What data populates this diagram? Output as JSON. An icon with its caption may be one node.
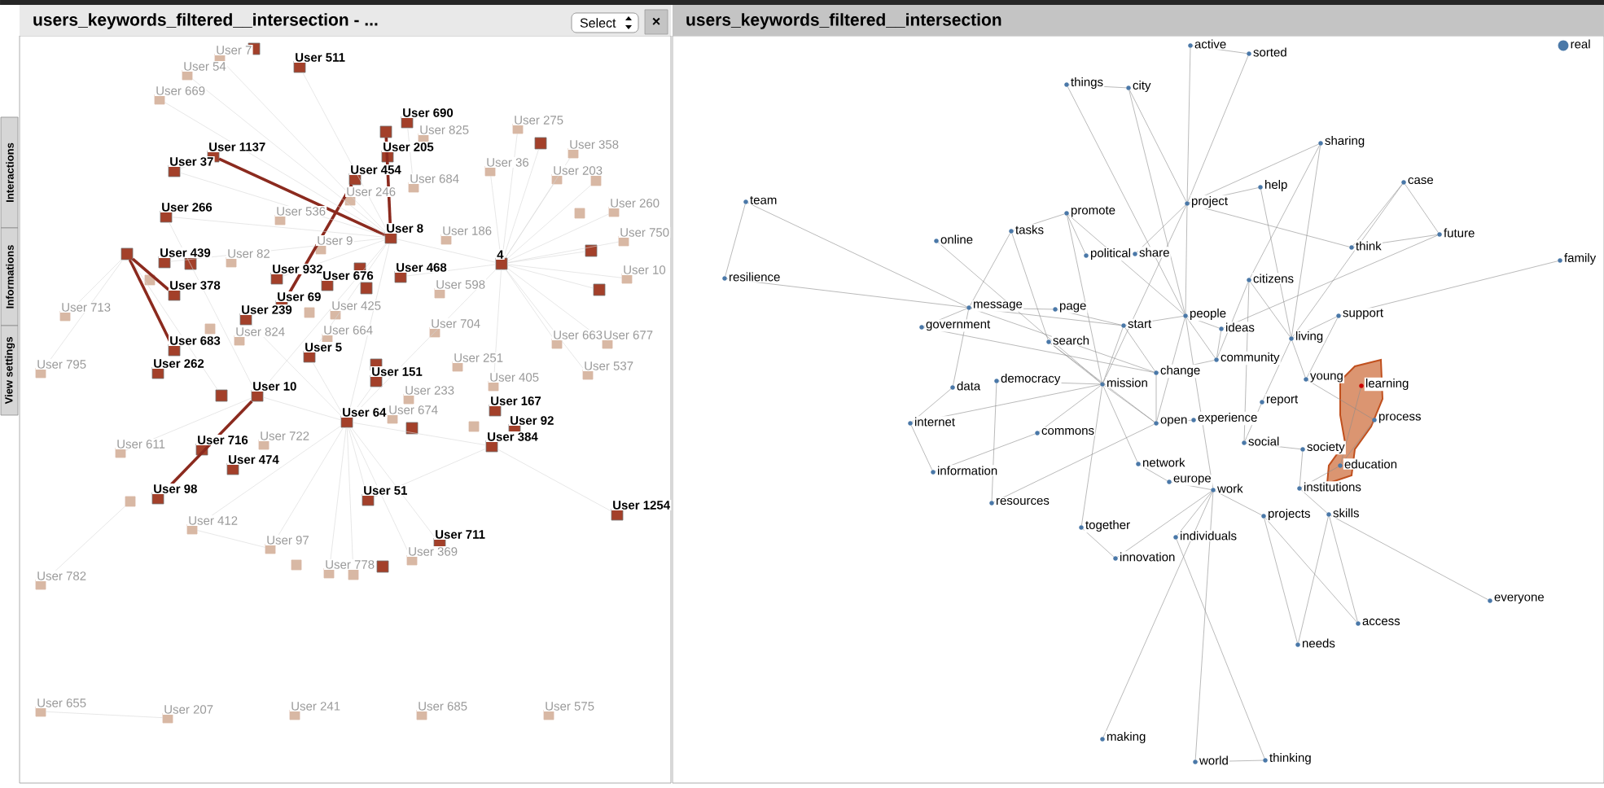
{
  "diagram": {
    "nodes": [
      {
        "text": [
          "users_keywords_filtered__intersection - ..."
        ]
      },
      {
        "text": [
          "users_keywords_filtered__intersection"
        ]
      },
      {
        "text": [
          "User 7"
        ],
        "in": 0
      },
      {
        "text": [],
        "shape": "box",
        "in": 0
      },
      {
        "text": [
          "User 54"
        ],
        "in": 0
      },
      {
        "text": [
          "User 511"
        ],
        "in": 0
      },
      {
        "text": [
          "User 669"
        ],
        "in": 0
      },
      {
        "text": [
          "User 690"
        ],
        "in": 0
      },
      {
        "text": [
          "User 275"
        ],
        "in": 0
      },
      {
        "text": [],
        "shape": "box",
        "in": 0
      },
      {
        "text": [
          "User 825"
        ],
        "in": 0
      },
      {
        "text": [],
        "shape": "box",
        "in": 0
      },
      {
        "text": [
          "User 358"
        ],
        "in": 0
      },
      {
        "text": [
          "User 1137"
        ],
        "in": 0
      },
      {
        "text": [
          "User 205"
        ],
        "in": 0
      },
      {
        "text": [
          "User 37"
        ],
        "in": 0
      },
      {
        "text": [
          "User 36"
        ],
        "in": 0
      },
      {
        "text": [
          "User 454"
        ],
        "in": 0
      },
      {
        "text": [
          "User 203"
        ],
        "in": 0
      },
      {
        "text": [],
        "shape": "box",
        "in": 0
      },
      {
        "text": [
          "User 684"
        ],
        "in": 0
      },
      {
        "text": [
          "User 246"
        ],
        "in": 0
      },
      {
        "text": [
          "User 260"
        ],
        "in": 0
      },
      {
        "text": [],
        "shape": "box",
        "in": 0
      },
      {
        "text": [
          "User 266"
        ],
        "in": 0
      },
      {
        "text": [
          "User 536"
        ],
        "in": 0
      },
      {
        "text": [
          "User 8"
        ],
        "in": 0
      },
      {
        "text": [
          "User 186"
        ],
        "in": 0
      },
      {
        "text": [
          "User 750"
        ],
        "in": 0
      },
      {
        "text": [
          "User 9"
        ],
        "in": 0
      },
      {
        "text": [],
        "shape": "box",
        "in": 0
      },
      {
        "text": [],
        "shape": "box",
        "in": 0
      },
      {
        "text": [
          "User 439"
        ],
        "in": 0
      },
      {
        "text": [],
        "shape": "box",
        "in": 0
      },
      {
        "text": [
          "User 82"
        ],
        "in": 0
      },
      {
        "text": [
          "4"
        ],
        "in": 0
      },
      {
        "text": [
          "User 10"
        ],
        "in": 0
      },
      {
        "text": [
          "User 932"
        ],
        "in": 0
      },
      {
        "text": [],
        "shape": "box",
        "in": 0
      },
      {
        "text": [
          "User 676"
        ],
        "in": 0
      },
      {
        "text": [],
        "shape": "box",
        "in": 0
      },
      {
        "text": [
          "User 468"
        ],
        "in": 0
      },
      {
        "text": [
          "User 598"
        ],
        "in": 0
      },
      {
        "text": [],
        "shape": "box",
        "in": 0
      },
      {
        "text": [],
        "shape": "box",
        "in": 0
      },
      {
        "text": [
          "User 378"
        ],
        "in": 0
      },
      {
        "text": [
          "User 69"
        ],
        "in": 0
      },
      {
        "text": [],
        "shape": "box",
        "in": 0
      },
      {
        "text": [
          "User 713"
        ],
        "in": 0
      },
      {
        "text": [
          "User 239"
        ],
        "in": 0
      },
      {
        "text": [
          "User 425"
        ],
        "in": 0
      },
      {
        "text": [],
        "shape": "box",
        "in": 0
      },
      {
        "text": [
          "User 824"
        ],
        "in": 0
      },
      {
        "text": [
          "User 664"
        ],
        "in": 0
      },
      {
        "text": [
          "User 704"
        ],
        "in": 0
      },
      {
        "text": [
          "User 683"
        ],
        "in": 0
      },
      {
        "text": [
          "User 663"
        ],
        "in": 0
      },
      {
        "text": [
          "User 677"
        ],
        "in": 0
      },
      {
        "text": [
          "User 5"
        ],
        "in": 0
      },
      {
        "text": [],
        "shape": "box",
        "in": 0
      },
      {
        "text": [
          "User 251"
        ],
        "in": 0
      },
      {
        "text": [
          "User 795"
        ],
        "in": 0
      },
      {
        "text": [
          "User 262"
        ],
        "in": 0
      },
      {
        "text": [
          "User 537"
        ],
        "in": 0
      },
      {
        "text": [
          "User 151"
        ],
        "in": 0
      },
      {
        "text": [
          "User 405"
        ],
        "in": 0
      },
      {
        "text": [],
        "shape": "box",
        "in": 0
      },
      {
        "text": [
          "User 10"
        ],
        "in": 0
      },
      {
        "text": [
          "User 233"
        ],
        "in": 0
      },
      {
        "text": [
          "User 167"
        ],
        "in": 0
      },
      {
        "text": [
          "User 674"
        ],
        "in": 0
      },
      {
        "text": [
          "User 64"
        ],
        "in": 0
      },
      {
        "text": [],
        "shape": "box",
        "in": 0
      },
      {
        "text": [],
        "shape": "box",
        "in": 0
      },
      {
        "text": [
          "User 92"
        ],
        "in": 0
      },
      {
        "text": [
          "User 384"
        ],
        "in": 0
      },
      {
        "text": [
          "User 722"
        ],
        "in": 0
      },
      {
        "text": [
          "User 716"
        ],
        "in": 0
      },
      {
        "text": [
          "User 611"
        ],
        "in": 0
      },
      {
        "text": [
          "User 474"
        ],
        "in": 0
      },
      {
        "text": [],
        "shape": "box",
        "in": 0
      },
      {
        "text": [
          "User 98"
        ],
        "in": 0
      },
      {
        "text": [
          "User 51"
        ],
        "in": 0
      },
      {
        "text": [
          "User 1254"
        ],
        "in": 0
      },
      {
        "text": [
          "User 412"
        ],
        "in": 0
      },
      {
        "text": [
          "User 711"
        ],
        "in": 0
      },
      {
        "text": [
          "User 97"
        ],
        "in": 0
      },
      {
        "text": [
          "User 369"
        ],
        "in": 0
      },
      {
        "text": [],
        "shape": "box",
        "in": 0
      },
      {
        "text": [
          "User 778"
        ],
        "in": 0
      },
      {
        "text": [],
        "shape": "box",
        "in": 0
      },
      {
        "text": [],
        "shape": "box",
        "in": 0
      },
      {
        "text": [
          "User 782"
        ],
        "in": 0
      },
      {
        "text": [
          "User 655"
        ],
        "in": 0
      },
      {
        "text": [
          "User 207"
        ],
        "in": 0
      },
      {
        "text": [
          "User 241"
        ],
        "in": 0
      },
      {
        "text": [
          "User 685"
        ],
        "in": 0
      },
      {
        "text": [
          "User 575"
        ],
        "in": 0
      },
      {
        "text": [
          "things"
        ],
        "in": 1
      },
      {
        "text": [
          "city"
        ],
        "in": 1
      },
      {
        "text": [
          "active"
        ],
        "in": 1
      },
      {
        "text": [
          "sorted"
        ],
        "in": 1
      },
      {
        "text": [
          "real"
        ],
        "in": 1
      },
      {
        "text": [
          "team"
        ],
        "in": 1
      },
      {
        "text": [
          "resilience"
        ],
        "in": 1
      },
      {
        "text": [
          "help"
        ],
        "in": 1
      },
      {
        "text": [
          "sharing"
        ],
        "in": 1
      },
      {
        "text": [
          "case"
        ],
        "in": 1
      },
      {
        "text": [
          "project"
        ],
        "in": 1
      },
      {
        "text": [
          "promote"
        ],
        "in": 1
      },
      {
        "text": [
          "tasks"
        ],
        "in": 1
      },
      {
        "text": [
          "future"
        ],
        "in": 1
      },
      {
        "text": [
          "online"
        ],
        "in": 1
      },
      {
        "text": [
          "think"
        ],
        "in": 1
      },
      {
        "text": [
          "political"
        ],
        "in": 1
      },
      {
        "text": [
          "share"
        ],
        "in": 1
      },
      {
        "text": [
          "family"
        ],
        "in": 1
      },
      {
        "text": [
          "citizens"
        ],
        "in": 1
      },
      {
        "text": [
          "message"
        ],
        "in": 1
      },
      {
        "text": [
          "page"
        ],
        "in": 1
      },
      {
        "text": [
          "people"
        ],
        "in": 1
      },
      {
        "text": [
          "support"
        ],
        "in": 1
      },
      {
        "text": [
          "start"
        ],
        "in": 1
      },
      {
        "text": [
          "government"
        ],
        "in": 1
      },
      {
        "text": [
          "ideas"
        ],
        "in": 1
      },
      {
        "text": [
          "living"
        ],
        "in": 1
      },
      {
        "text": [
          "search"
        ],
        "in": 1
      },
      {
        "text": [
          "community"
        ],
        "in": 1
      },
      {
        "text": [
          "change"
        ],
        "in": 1
      },
      {
        "text": [
          "young"
        ],
        "in": 1
      },
      {
        "text": [
          "democracy"
        ],
        "in": 1
      },
      {
        "text": [
          "mission"
        ],
        "in": 1
      },
      {
        "text": [
          "learning"
        ],
        "in": 1
      },
      {
        "text": [
          "data"
        ],
        "in": 1
      },
      {
        "text": [
          "report"
        ],
        "in": 1
      },
      {
        "text": [
          "experience"
        ],
        "in": 1
      },
      {
        "text": [
          "process"
        ],
        "in": 1
      },
      {
        "text": [
          "open"
        ],
        "in": 1
      },
      {
        "text": [
          "internet"
        ],
        "in": 1
      },
      {
        "text": [
          "commons"
        ],
        "in": 1
      },
      {
        "text": [
          "social"
        ],
        "in": 1
      },
      {
        "text": [
          "society"
        ],
        "in": 1
      },
      {
        "text": [
          "network"
        ],
        "in": 1
      },
      {
        "text": [
          "education"
        ],
        "in": 1
      },
      {
        "text": [
          "information"
        ],
        "in": 1
      },
      {
        "text": [
          "europe"
        ],
        "in": 1
      },
      {
        "text": [
          "institutions"
        ],
        "in": 1
      },
      {
        "text": [
          "work"
        ],
        "in": 1
      },
      {
        "text": [
          "resources"
        ],
        "in": 1
      },
      {
        "text": [
          "skills"
        ],
        "in": 1
      },
      {
        "text": [
          "projects"
        ],
        "in": 1
      },
      {
        "text": [
          "together"
        ],
        "in": 1
      },
      {
        "text": [
          "individuals"
        ],
        "in": 1
      },
      {
        "text": [
          "innovation"
        ],
        "in": 1
      },
      {
        "text": [
          "everyone"
        ],
        "in": 1
      },
      {
        "text": [
          "access"
        ],
        "in": 1
      },
      {
        "text": [
          "needs"
        ],
        "in": 1
      },
      {
        "text": [
          "making"
        ],
        "in": 1
      },
      {
        "text": [
          "thinking"
        ],
        "in": 1
      },
      {
        "text": [
          "world"
        ],
        "in": 1
      }
    ],
    "edges": [
      {
        "from": 13,
        "to": 26,
        "arrow": "none",
        "style": "thick",
        "color": "#8b2a1e"
      },
      {
        "from": 17,
        "to": 46,
        "arrow": "none",
        "style": "thick",
        "color": "#8b2a1e"
      },
      {
        "from": 9,
        "to": 26,
        "arrow": "none",
        "style": "thick",
        "color": "#8b2a1e"
      },
      {
        "from": 31,
        "to": 45,
        "arrow": "none",
        "style": "thick",
        "color": "#8b2a1e"
      },
      {
        "from": 31,
        "to": 55,
        "arrow": "none",
        "style": "thick",
        "color": "#8b2a1e"
      },
      {
        "from": 67,
        "to": 81,
        "arrow": "none",
        "style": "thick",
        "color": "#8b2a1e"
      },
      {
        "from": 26,
        "to": 2,
        "arrow": "none",
        "color": "#d6d6d6"
      },
      {
        "from": 26,
        "to": 5,
        "arrow": "none",
        "color": "#d6d6d6"
      },
      {
        "from": 26,
        "to": 4,
        "arrow": "none",
        "color": "#d6d6d6"
      },
      {
        "from": 26,
        "to": 6,
        "arrow": "none",
        "color": "#d6d6d6"
      },
      {
        "from": 26,
        "to": 15,
        "arrow": "none",
        "color": "#d6d6d6"
      },
      {
        "from": 26,
        "to": 24,
        "arrow": "none",
        "color": "#d6d6d6"
      },
      {
        "from": 26,
        "to": 32,
        "arrow": "none",
        "color": "#d6d6d6"
      },
      {
        "from": 26,
        "to": 37,
        "arrow": "none",
        "color": "#d6d6d6"
      },
      {
        "from": 26,
        "to": 67,
        "arrow": "none",
        "color": "#d6d6d6"
      },
      {
        "from": 26,
        "to": 58,
        "arrow": "none",
        "color": "#d6d6d6"
      },
      {
        "from": 26,
        "to": 71,
        "arrow": "none",
        "color": "#d6d6d6"
      },
      {
        "from": 35,
        "to": 8,
        "arrow": "none",
        "color": "#d6d6d6"
      },
      {
        "from": 35,
        "to": 11,
        "arrow": "none",
        "color": "#d6d6d6"
      },
      {
        "from": 35,
        "to": 12,
        "arrow": "none",
        "color": "#d6d6d6"
      },
      {
        "from": 35,
        "to": 16,
        "arrow": "none",
        "color": "#d6d6d6"
      },
      {
        "from": 35,
        "to": 18,
        "arrow": "none",
        "color": "#d6d6d6"
      },
      {
        "from": 35,
        "to": 19,
        "arrow": "none",
        "color": "#d6d6d6"
      },
      {
        "from": 35,
        "to": 22,
        "arrow": "none",
        "color": "#d6d6d6"
      },
      {
        "from": 35,
        "to": 28,
        "arrow": "none",
        "color": "#d6d6d6"
      },
      {
        "from": 35,
        "to": 30,
        "arrow": "none",
        "color": "#d6d6d6"
      },
      {
        "from": 35,
        "to": 36,
        "arrow": "none",
        "color": "#d6d6d6"
      },
      {
        "from": 35,
        "to": 44,
        "arrow": "none",
        "color": "#d6d6d6"
      },
      {
        "from": 35,
        "to": 56,
        "arrow": "none",
        "color": "#d6d6d6"
      },
      {
        "from": 35,
        "to": 57,
        "arrow": "none",
        "color": "#d6d6d6"
      },
      {
        "from": 35,
        "to": 63,
        "arrow": "none",
        "color": "#d6d6d6"
      },
      {
        "from": 35,
        "to": 65,
        "arrow": "none",
        "color": "#d6d6d6"
      },
      {
        "from": 35,
        "to": 71,
        "arrow": "none",
        "color": "#d6d6d6"
      },
      {
        "from": 35,
        "to": 41,
        "arrow": "none",
        "color": "#d6d6d6"
      },
      {
        "from": 35,
        "to": 26,
        "arrow": "none",
        "color": "#d6d6d6"
      },
      {
        "from": 71,
        "to": 82,
        "arrow": "none",
        "color": "#d6d6d6"
      },
      {
        "from": 71,
        "to": 85,
        "arrow": "none",
        "color": "#d6d6d6"
      },
      {
        "from": 71,
        "to": 87,
        "arrow": "none",
        "color": "#d6d6d6"
      },
      {
        "from": 71,
        "to": 89,
        "arrow": "none",
        "color": "#d6d6d6"
      },
      {
        "from": 71,
        "to": 86,
        "arrow": "none",
        "color": "#d6d6d6"
      },
      {
        "from": 71,
        "to": 84,
        "arrow": "none",
        "color": "#d6d6d6"
      },
      {
        "from": 71,
        "to": 67,
        "arrow": "none",
        "color": "#d6d6d6"
      },
      {
        "from": 71,
        "to": 58,
        "arrow": "none",
        "color": "#d6d6d6"
      },
      {
        "from": 71,
        "to": 75,
        "arrow": "none",
        "color": "#d6d6d6"
      },
      {
        "from": 71,
        "to": 64,
        "arrow": "none",
        "color": "#d6d6d6"
      },
      {
        "from": 71,
        "to": 49,
        "arrow": "none",
        "color": "#d6d6d6"
      },
      {
        "from": 71,
        "to": 90,
        "arrow": "none",
        "color": "#d6d6d6"
      },
      {
        "from": 67,
        "to": 78,
        "arrow": "none",
        "color": "#d6d6d6"
      },
      {
        "from": 67,
        "to": 24,
        "arrow": "none",
        "color": "#d6d6d6"
      },
      {
        "from": 92,
        "to": 80,
        "arrow": "none",
        "color": "#d6d6d6"
      },
      {
        "from": 75,
        "to": 83,
        "arrow": "none",
        "color": "#d6d6d6"
      },
      {
        "from": 75,
        "to": 82,
        "arrow": "none",
        "color": "#d6d6d6"
      },
      {
        "from": 84,
        "to": 86,
        "arrow": "none",
        "color": "#d6d6d6"
      },
      {
        "from": 93,
        "to": 94,
        "arrow": "none",
        "color": "#d6d6d6"
      },
      {
        "from": 31,
        "to": 61,
        "arrow": "none",
        "color": "#d6d6d6"
      },
      {
        "from": 31,
        "to": 48,
        "arrow": "none",
        "color": "#d6d6d6"
      },
      {
        "from": 31,
        "to": 66,
        "arrow": "none",
        "color": "#d6d6d6"
      },
      {
        "from": 7,
        "to": 20,
        "arrow": "none",
        "color": "#d6d6d6"
      },
      {
        "from": 13,
        "to": 15,
        "arrow": "none",
        "color": "#d6d6d6"
      },
      {
        "from": 98,
        "to": 99,
        "arrow": "none"
      },
      {
        "from": 98,
        "to": 120,
        "arrow": "none"
      },
      {
        "from": 99,
        "to": 108,
        "arrow": "none"
      },
      {
        "from": 99,
        "to": 120,
        "arrow": "none"
      },
      {
        "from": 100,
        "to": 101,
        "arrow": "none"
      },
      {
        "from": 100,
        "to": 108,
        "arrow": "none"
      },
      {
        "from": 101,
        "to": 108,
        "arrow": "none"
      },
      {
        "from": 103,
        "to": 104,
        "arrow": "none"
      },
      {
        "from": 103,
        "to": 118,
        "arrow": "none"
      },
      {
        "from": 104,
        "to": 118,
        "arrow": "none"
      },
      {
        "from": 108,
        "to": 106,
        "arrow": "none"
      },
      {
        "from": 108,
        "to": 105,
        "arrow": "none"
      },
      {
        "from": 108,
        "to": 120,
        "arrow": "none"
      },
      {
        "from": 108,
        "to": 113,
        "arrow": "none"
      },
      {
        "from": 108,
        "to": 115,
        "arrow": "none"
      },
      {
        "from": 108,
        "to": 131,
        "arrow": "none"
      },
      {
        "from": 106,
        "to": 117,
        "arrow": "none"
      },
      {
        "from": 106,
        "to": 125,
        "arrow": "none"
      },
      {
        "from": 107,
        "to": 111,
        "arrow": "none"
      },
      {
        "from": 107,
        "to": 113,
        "arrow": "none"
      },
      {
        "from": 107,
        "to": 125,
        "arrow": "none"
      },
      {
        "from": 111,
        "to": 113,
        "arrow": "none"
      },
      {
        "from": 111,
        "to": 124,
        "arrow": "none"
      },
      {
        "from": 105,
        "to": 125,
        "arrow": "none"
      },
      {
        "from": 116,
        "to": 121,
        "arrow": "none"
      },
      {
        "from": 109,
        "to": 110,
        "arrow": "none"
      },
      {
        "from": 109,
        "to": 114,
        "arrow": "none"
      },
      {
        "from": 109,
        "to": 120,
        "arrow": "none"
      },
      {
        "from": 109,
        "to": 131,
        "arrow": "none"
      },
      {
        "from": 110,
        "to": 118,
        "arrow": "none"
      },
      {
        "from": 110,
        "to": 126,
        "arrow": "none"
      },
      {
        "from": 112,
        "to": 131,
        "arrow": "none"
      },
      {
        "from": 118,
        "to": 119,
        "arrow": "none"
      },
      {
        "from": 118,
        "to": 123,
        "arrow": "none"
      },
      {
        "from": 118,
        "to": 133,
        "arrow": "none"
      },
      {
        "from": 118,
        "to": 122,
        "arrow": "none"
      },
      {
        "from": 118,
        "to": 128,
        "arrow": "none"
      },
      {
        "from": 119,
        "to": 122,
        "arrow": "none"
      },
      {
        "from": 120,
        "to": 122,
        "arrow": "none"
      },
      {
        "from": 120,
        "to": 124,
        "arrow": "none"
      },
      {
        "from": 120,
        "to": 127,
        "arrow": "none"
      },
      {
        "from": 120,
        "to": 147,
        "arrow": "none"
      },
      {
        "from": 120,
        "to": 137,
        "arrow": "none"
      },
      {
        "from": 117,
        "to": 125,
        "arrow": "none"
      },
      {
        "from": 117,
        "to": 127,
        "arrow": "none"
      },
      {
        "from": 117,
        "to": 140,
        "arrow": "none"
      },
      {
        "from": 121,
        "to": 125,
        "arrow": "none"
      },
      {
        "from": 121,
        "to": 129,
        "arrow": "none"
      },
      {
        "from": 122,
        "to": 131,
        "arrow": "none"
      },
      {
        "from": 122,
        "to": 128,
        "arrow": "none"
      },
      {
        "from": 123,
        "to": 128,
        "arrow": "none"
      },
      {
        "from": 124,
        "to": 127,
        "arrow": "none"
      },
      {
        "from": 125,
        "to": 129,
        "arrow": "none"
      },
      {
        "from": 125,
        "to": 134,
        "arrow": "none"
      },
      {
        "from": 126,
        "to": 131,
        "arrow": "none"
      },
      {
        "from": 126,
        "to": 137,
        "arrow": "none"
      },
      {
        "from": 127,
        "to": 128,
        "arrow": "none"
      },
      {
        "from": 128,
        "to": 137,
        "arrow": "none"
      },
      {
        "from": 130,
        "to": 131,
        "arrow": "none"
      },
      {
        "from": 130,
        "to": 148,
        "arrow": "none"
      },
      {
        "from": 131,
        "to": 137,
        "arrow": "none"
      },
      {
        "from": 131,
        "to": 151,
        "arrow": "none"
      },
      {
        "from": 131,
        "to": 142,
        "arrow": "none"
      },
      {
        "from": 133,
        "to": 138,
        "arrow": "none"
      },
      {
        "from": 138,
        "to": 144,
        "arrow": "none"
      },
      {
        "from": 138,
        "to": 131,
        "arrow": "none"
      },
      {
        "from": 139,
        "to": 144,
        "arrow": "none"
      },
      {
        "from": 139,
        "to": 131,
        "arrow": "none"
      },
      {
        "from": 134,
        "to": 140,
        "arrow": "none"
      },
      {
        "from": 135,
        "to": 137,
        "arrow": "none"
      },
      {
        "from": 136,
        "to": 143,
        "arrow": "none"
      },
      {
        "from": 132,
        "to": 143,
        "arrow": "none"
      },
      {
        "from": 140,
        "to": 141,
        "arrow": "none"
      },
      {
        "from": 141,
        "to": 146,
        "arrow": "none"
      },
      {
        "from": 142,
        "to": 145,
        "arrow": "none"
      },
      {
        "from": 145,
        "to": 147,
        "arrow": "none"
      },
      {
        "from": 147,
        "to": 150,
        "arrow": "none"
      },
      {
        "from": 147,
        "to": 152,
        "arrow": "none"
      },
      {
        "from": 147,
        "to": 159,
        "arrow": "none"
      },
      {
        "from": 147,
        "to": 157,
        "arrow": "none"
      },
      {
        "from": 152,
        "to": 158,
        "arrow": "none"
      },
      {
        "from": 159,
        "to": 158,
        "arrow": "none"
      },
      {
        "from": 149,
        "to": 154,
        "arrow": "none"
      },
      {
        "from": 149,
        "to": 155,
        "arrow": "none"
      },
      {
        "from": 149,
        "to": 156,
        "arrow": "none"
      },
      {
        "from": 150,
        "to": 156,
        "arrow": "none"
      },
      {
        "from": 150,
        "to": 155,
        "arrow": "none"
      },
      {
        "from": 146,
        "to": 149,
        "arrow": "none"
      },
      {
        "from": 153,
        "to": 147,
        "arrow": "none"
      },
      {
        "from": 151,
        "to": 153,
        "arrow": "none"
      },
      {
        "from": 148,
        "to": 137,
        "arrow": "none"
      },
      {
        "from": 143,
        "to": 146,
        "arrow": "none"
      },
      {
        "from": 129,
        "to": 136,
        "arrow": "none"
      }
    ],
    "labels": [
      "Interactions",
      "Informations",
      "View settings",
      "Select",
      "×"
    ]
  }
}
